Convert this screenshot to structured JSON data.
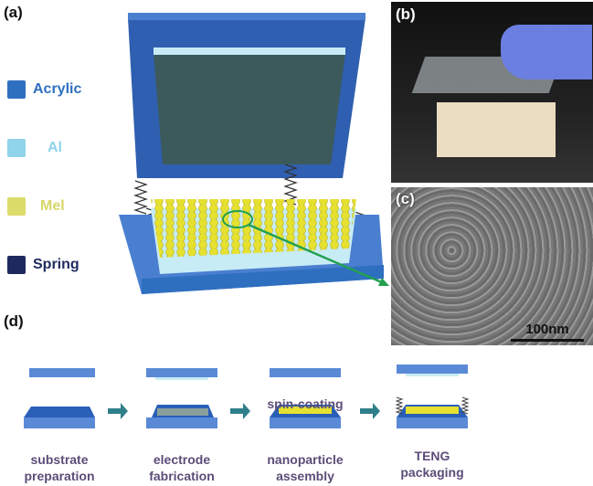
{
  "panels": {
    "a": "(a)",
    "b": "(b)",
    "c": "(c)",
    "d": "(d)"
  },
  "legend": [
    {
      "label": "Acrylic",
      "color": "#2f6fc0"
    },
    {
      "label": "Al",
      "color": "#8fd4ea"
    },
    {
      "label": "Mel",
      "color": "#dcdc6a"
    },
    {
      "label": "Spring",
      "color": "#1e2a5e"
    }
  ],
  "sem": {
    "scale_bar": "100nm"
  },
  "steps": [
    {
      "line1": "substrate",
      "line2": "preparation"
    },
    {
      "line1": "electrode",
      "line2": "fabrication"
    },
    {
      "line1": "nanoparticle",
      "line2": "assembly",
      "annotation": "spin-coating"
    },
    {
      "line1": "TENG",
      "line2": "packaging"
    }
  ],
  "colors": {
    "acrylic": "#4a7fd0",
    "al": "#c8ecf5",
    "mel": "#e6e030",
    "arrow": "#2f7f8a",
    "pointer": "#22a050"
  }
}
